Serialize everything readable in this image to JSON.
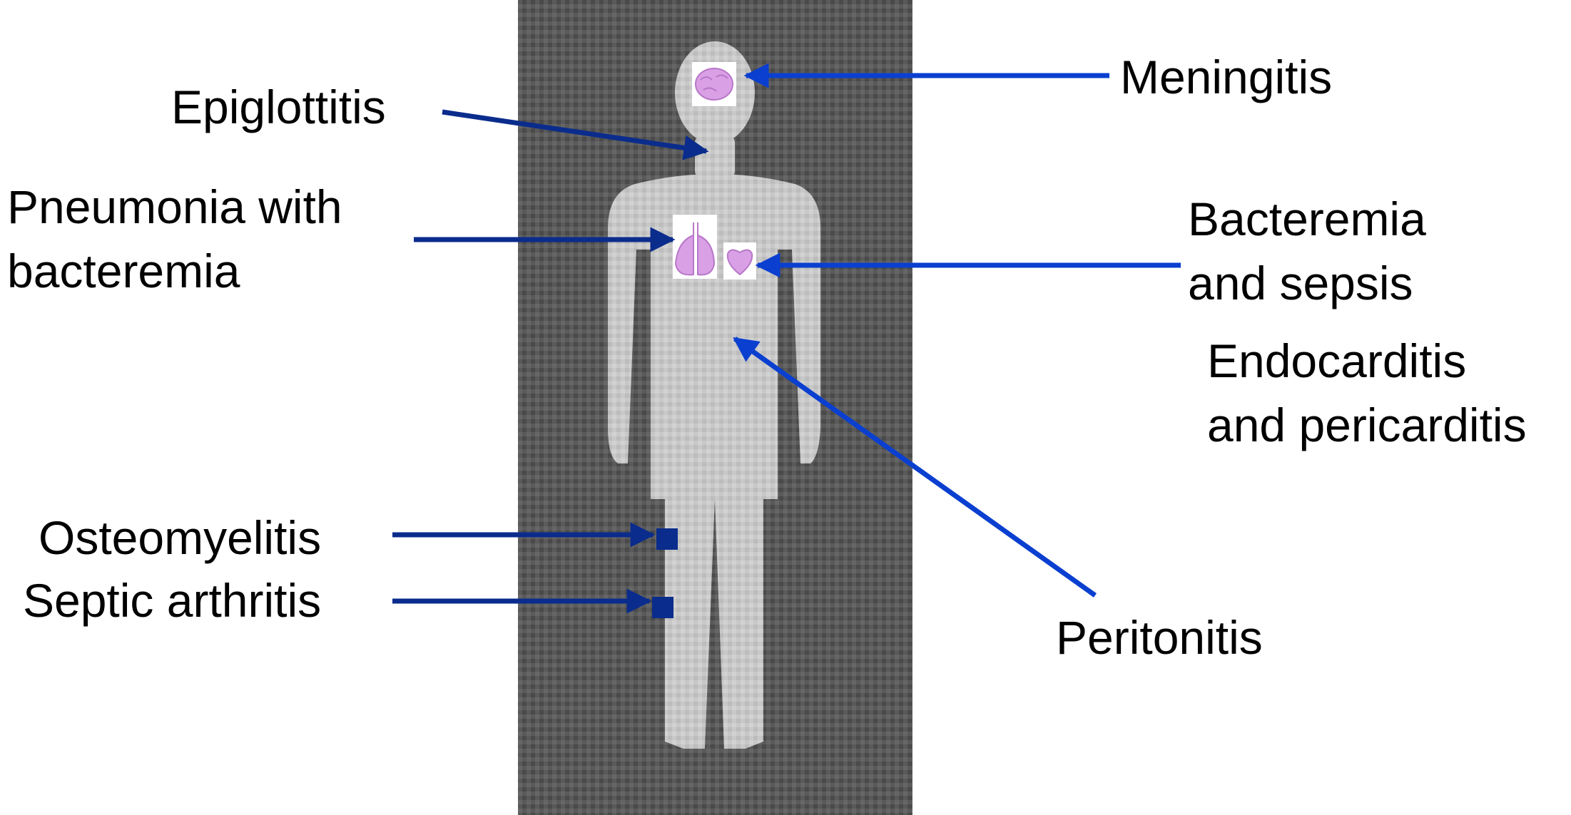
{
  "labels": {
    "meningitis": "Meningitis",
    "epiglottitis": "Epiglottitis",
    "pneumonia_line1": "Pneumonia with",
    "pneumonia_line2": "bacteremia",
    "bacteremia_line1": "Bacteremia",
    "bacteremia_line2": "and sepsis",
    "endocarditis_line1": "Endocarditis",
    "endocarditis_line2": "and pericarditis",
    "osteomyelitis": "Osteomyelitis",
    "septic_arthritis": "Septic arthritis",
    "peritonitis": "Peritonitis"
  },
  "colors": {
    "arrow_dark": "#0a2c8c",
    "arrow_bright": "#0a3fd0",
    "body_panel": "#555555",
    "body_fill": "#c4c4c4",
    "organ": "#d9a0e6",
    "marker": "#0a2c8c"
  },
  "icons": [
    "brain-icon",
    "lungs-icon",
    "heart-icon"
  ]
}
